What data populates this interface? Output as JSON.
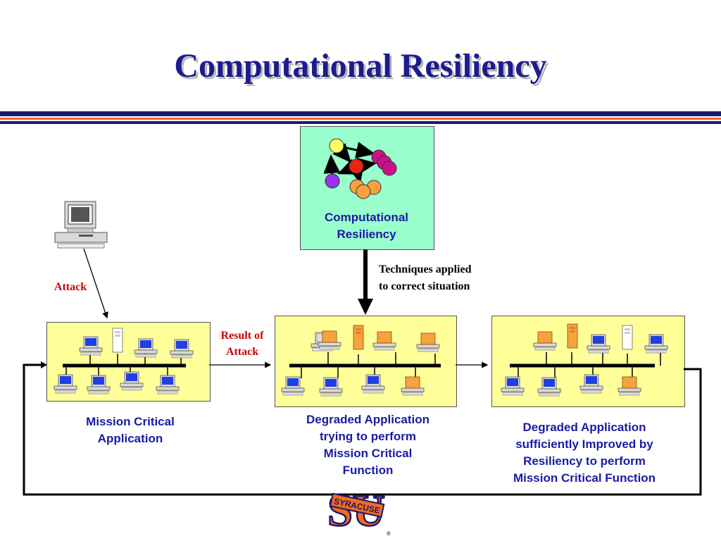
{
  "slide": {
    "title": "Computational Resiliency"
  },
  "resiliency_box": {
    "label": "Computational Resiliency"
  },
  "techniques": {
    "line1": "Techniques applied",
    "line2": "to correct situation"
  },
  "attack_label": "Attack",
  "result_of_attack": {
    "line1": "Result of",
    "line2": "Attack"
  },
  "networks": [
    {
      "line1": "Mission Critical",
      "line2": "Application"
    },
    {
      "line1": "Degraded Application",
      "line2": "trying to perform",
      "line3": "Mission Critical",
      "line4": "Function"
    },
    {
      "line1": "Degraded Application",
      "line2": "sufficiently Improved by",
      "line3": "Resiliency to perform",
      "line4": "Mission Critical Function"
    }
  ],
  "logo": {
    "letters": "SU",
    "banner": "SYRACUSE",
    "mark": "®"
  },
  "colors": {
    "title": "#1c1c8e",
    "rule_navy": "#1a1a6e",
    "rule_orange": "#f26a21",
    "box_yellow": "#ffff99",
    "box_mint": "#99ffcc",
    "screen_blue": "#1f3fe0",
    "compromised_orange": "#f7a23f",
    "label_blue": "#1a1aa6",
    "label_red": "#cc0000"
  }
}
